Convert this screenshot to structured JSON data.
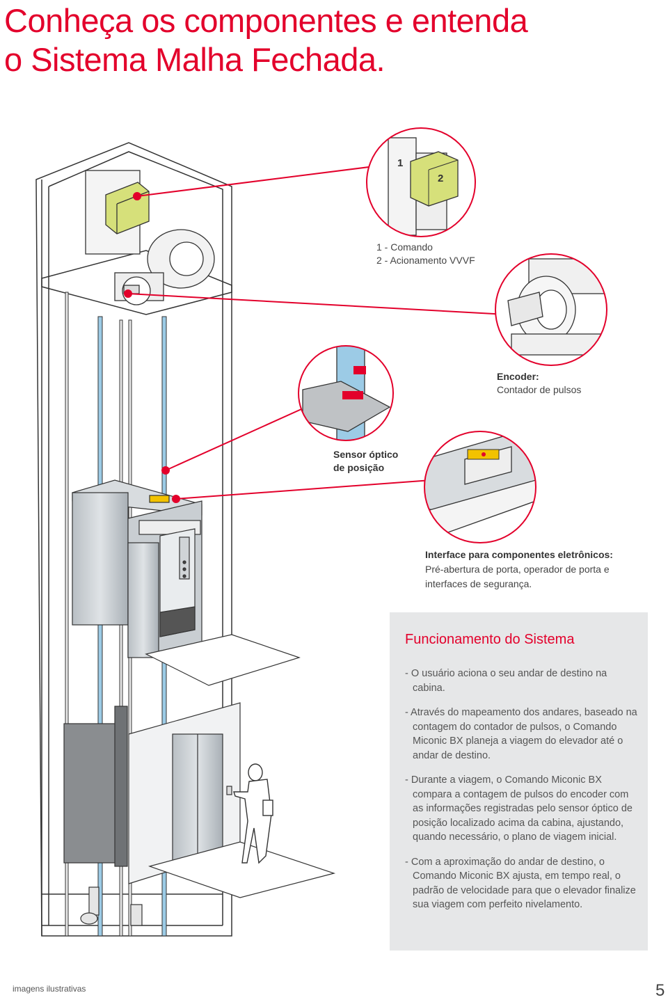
{
  "title": {
    "line1": "Conheça os componentes e entenda",
    "line2": "o Sistema Malha Fechada."
  },
  "zoom_labels": {
    "one": "1",
    "two": "2"
  },
  "callouts": {
    "comando": {
      "line1": "1 - Comando",
      "line2": "2 - Acionamento VVVF"
    },
    "encoder": {
      "heading": "Encoder:",
      "text": "Contador de pulsos"
    },
    "sensor": {
      "line1": "Sensor óptico",
      "line2": "de posição"
    },
    "interface": {
      "heading": "Interface para componentes eletrônicos:",
      "line1": "Pré-abertura de porta, operador de porta e",
      "line2": "interfaces de segurança."
    }
  },
  "panel": {
    "title": "Funcionamento do Sistema",
    "items": [
      "- O usuário aciona o seu andar de destino na cabina.",
      "- Através do mapeamento dos andares, baseado na contagem do contador de pulsos, o Comando Miconic BX planeja a viagem do elevador até o andar de destino.",
      "- Durante a viagem, o Comando Miconic BX compara a contagem de pulsos do encoder com as informações registradas pelo sensor óptico de posição localizado acima da cabina, ajustando, quando necessário, o plano de viagem inicial.",
      "- Com a aproximação do andar de destino, o Comando Miconic BX ajusta, em tempo real, o padrão de velocidade para que o elevador finalize sua viagem com perfeito nivelamento."
    ]
  },
  "footer": {
    "note": "imagens ilustrativas",
    "page_number": "5"
  },
  "colors": {
    "accent": "#e3002b",
    "panel_bg": "#e6e7e8",
    "component_yellow": "#d6e07a",
    "rail_blue": "#9ccbe6"
  }
}
